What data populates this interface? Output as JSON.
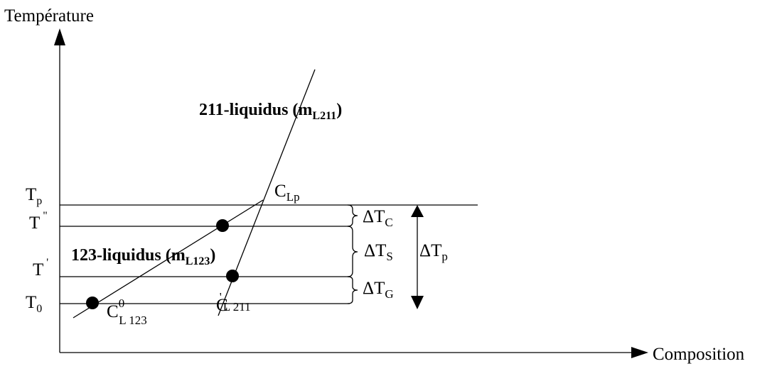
{
  "axes": {
    "y_label": "Température",
    "x_label": "Composition"
  },
  "levels": {
    "tp": {
      "base": "T",
      "sub": "p"
    },
    "t_double": {
      "base": "T",
      "sup": "\""
    },
    "t_single": {
      "base": "T",
      "sup": "'"
    },
    "t0": {
      "base": "T",
      "sub": "0"
    }
  },
  "curves": {
    "liquidus_211": {
      "main": "211-liquidus (m",
      "sub": "L211",
      "close": ")"
    },
    "liquidus_123": {
      "main": "123-liquidus (m",
      "sub": "L123",
      "close": ")"
    }
  },
  "points": {
    "c_lp": {
      "base": "C",
      "sub": "Lp"
    },
    "c0_l123": {
      "base": "C",
      "sup": "0",
      "sub": "L 123"
    },
    "c_l211": {
      "base": "C",
      "sup": "'",
      "sub": "L 211"
    }
  },
  "intervals": {
    "delta_tc": {
      "delta": "ΔT",
      "sub": "C"
    },
    "delta_ts": {
      "delta": "ΔT",
      "sub": "S"
    },
    "delta_tg": {
      "delta": "ΔT",
      "sub": "G"
    },
    "delta_tp": {
      "delta": "ΔT",
      "sub": "p"
    }
  }
}
